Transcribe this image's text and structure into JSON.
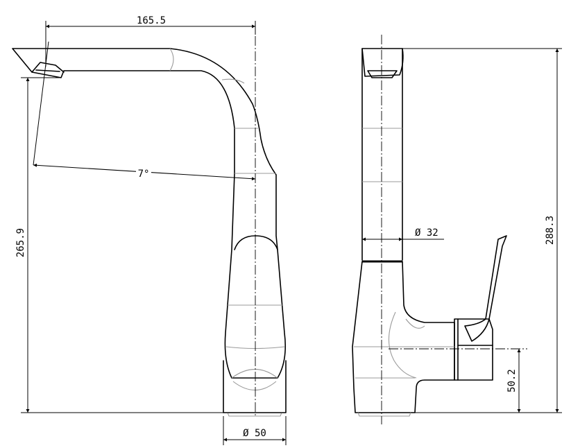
{
  "diagram": {
    "dimensions": {
      "spout_reach": "165.5",
      "total_height_front": "265.9",
      "spout_angle": "7°",
      "spout_diameter": "Ø 32",
      "base_diameter": "Ø 50",
      "total_height_side": "288.3",
      "handle_height": "50.2"
    }
  }
}
